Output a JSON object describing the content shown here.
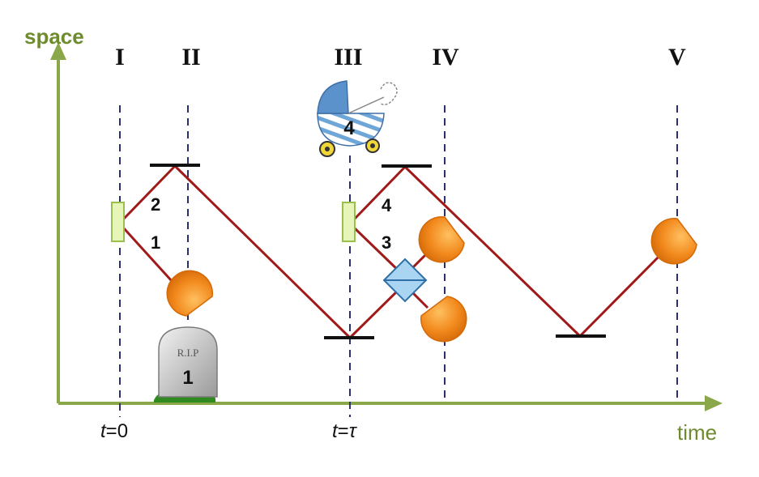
{
  "axes": {
    "y_label": "space",
    "x_label": "time"
  },
  "time_labels": [
    "I",
    "II",
    "III",
    "IV",
    "V"
  ],
  "photon_labels": {
    "p1": "1",
    "p2": "2",
    "p3": "3",
    "p4": "4"
  },
  "tombstone": {
    "text": "R.I.P",
    "number": "1"
  },
  "stroller": {
    "number": "4"
  },
  "time_marks": {
    "t0_var": "t",
    "t0_rest": "=0",
    "ttau_var": "t",
    "ttau_eq": "=",
    "ttau_tau": "τ"
  },
  "colors": {
    "axis": "#8aa84a",
    "beam": "#a11a1a",
    "dashed": "#2b2f6e",
    "mirror": "#111111",
    "detector": "#f28a1e",
    "source_fill": "#e7f6b8",
    "source_stroke": "#98c04c",
    "beamsplitter": "#a9d4f2"
  }
}
